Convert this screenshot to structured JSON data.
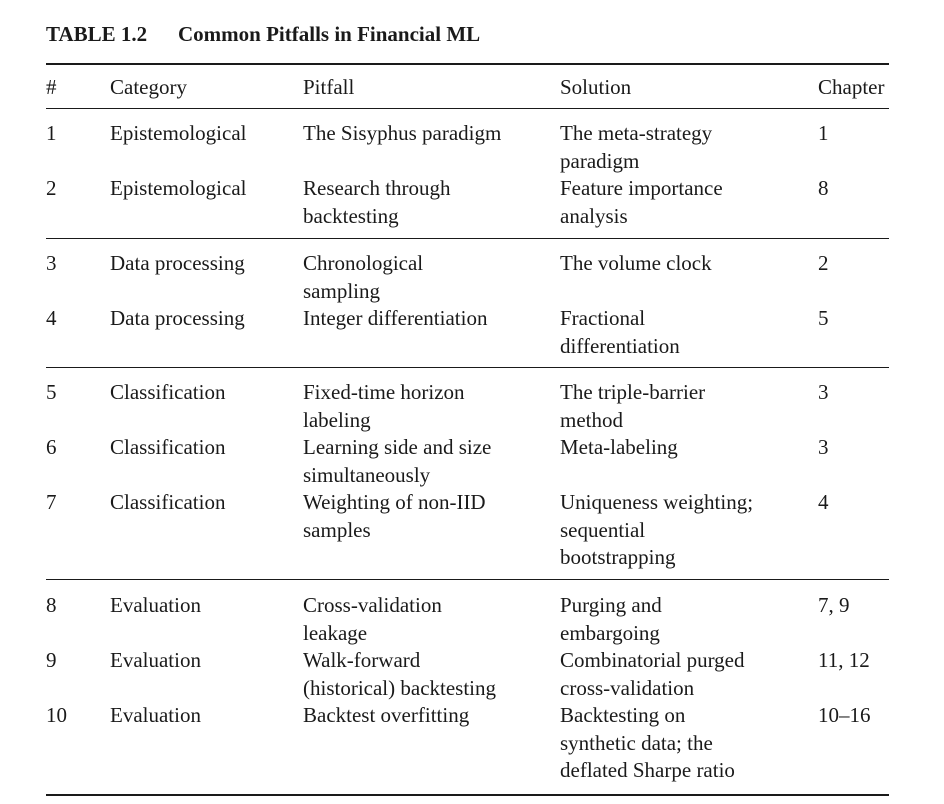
{
  "table": {
    "label": "TABLE 1.2",
    "title": "Common Pitfalls in Financial ML",
    "headers": [
      "#",
      "Category",
      "Pitfall",
      "Solution",
      "Chapter"
    ],
    "rows": [
      {
        "num": "1",
        "category": "Epistemological",
        "pitfall": [
          "The Sisyphus paradigm"
        ],
        "solution": [
          "The meta-strategy",
          "paradigm"
        ],
        "chapter": "1"
      },
      {
        "num": "2",
        "category": "Epistemological",
        "pitfall": [
          "Research through",
          "backtesting"
        ],
        "solution": [
          "Feature importance",
          "analysis"
        ],
        "chapter": "8"
      },
      {
        "num": "3",
        "category": "Data processing",
        "pitfall": [
          "Chronological",
          "sampling"
        ],
        "solution": [
          "The volume clock"
        ],
        "chapter": "2"
      },
      {
        "num": "4",
        "category": "Data processing",
        "pitfall": [
          "Integer differentiation"
        ],
        "solution": [
          "Fractional",
          "differentiation"
        ],
        "chapter": "5"
      },
      {
        "num": "5",
        "category": "Classification",
        "pitfall": [
          "Fixed-time horizon",
          "labeling"
        ],
        "solution": [
          "The triple-barrier",
          "method"
        ],
        "chapter": "3"
      },
      {
        "num": "6",
        "category": "Classification",
        "pitfall": [
          "Learning side and size",
          "simultaneously"
        ],
        "solution": [
          "Meta-labeling"
        ],
        "chapter": "3"
      },
      {
        "num": "7",
        "category": "Classification",
        "pitfall": [
          "Weighting of non-IID",
          "samples"
        ],
        "solution": [
          "Uniqueness weighting;",
          "sequential",
          "bootstrapping"
        ],
        "chapter": "4"
      },
      {
        "num": "8",
        "category": "Evaluation",
        "pitfall": [
          "Cross-validation",
          "leakage"
        ],
        "solution": [
          "Purging and",
          "embargoing"
        ],
        "chapter": "7, 9"
      },
      {
        "num": "9",
        "category": "Evaluation",
        "pitfall": [
          "Walk-forward",
          "(historical) backtesting"
        ],
        "solution": [
          "Combinatorial purged",
          "cross-validation"
        ],
        "chapter": "11, 12"
      },
      {
        "num": "10",
        "category": "Evaluation",
        "pitfall": [
          "Backtest overfitting"
        ],
        "solution": [
          "Backtesting on",
          "synthetic data; the",
          "deflated Sharpe ratio"
        ],
        "chapter": "10–16"
      }
    ]
  }
}
